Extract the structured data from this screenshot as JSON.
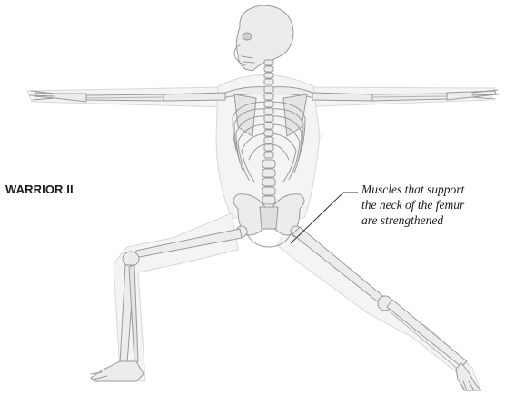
{
  "pose_title": "WARRIOR II",
  "callout": {
    "lines": [
      "Muscles that support",
      "the neck of the femur",
      "are strengthened"
    ]
  },
  "colors": {
    "bone_fill": "#ececec",
    "bone_stroke": "#9a9a9a",
    "body_outline": "#d6d6d6",
    "leader_line": "#333333",
    "text": "#1a1a1a"
  }
}
